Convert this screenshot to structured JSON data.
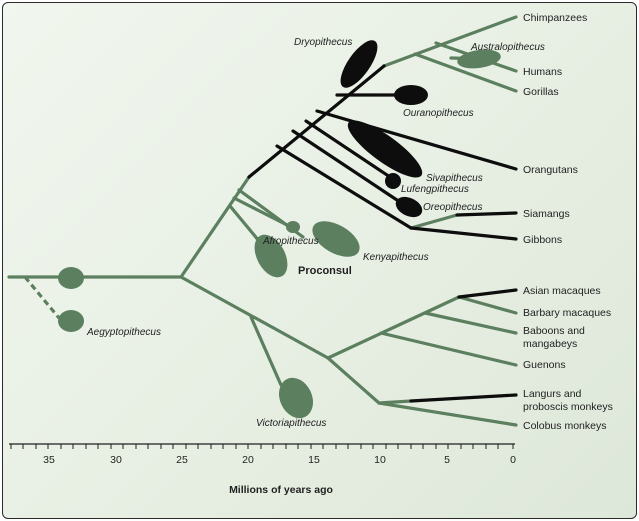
{
  "colors": {
    "lineage": "#5b7f5f",
    "extinct": "#0d0d0d",
    "text": "#1f1f1f"
  },
  "axis": {
    "title": "Millions of years ago",
    "ticks": [
      "35",
      "30",
      "25",
      "20",
      "15",
      "10",
      "5",
      "0"
    ]
  },
  "living": {
    "chimpanzees": "Chimpanzees",
    "humans": "Humans",
    "gorillas": "Gorillas",
    "orangutans": "Orangutans",
    "siamangs": "Siamangs",
    "gibbons": "Gibbons",
    "asian_macaques": "Asian macaques",
    "barbary_macaques": "Barbary macaques",
    "baboons_1": "Baboons and",
    "baboons_2": "mangabeys",
    "guenons": "Guenons",
    "langurs_1": "Langurs and",
    "langurs_2": "proboscis monkeys",
    "colobus": "Colobus monkeys"
  },
  "fossils": {
    "dryopithecus": "Dryopithecus",
    "australopithecus": "Australopithecus",
    "ouranopithecus": "Ouranopithecus",
    "sivapithecus": "Sivapithecus",
    "lufengpithecus": "Lufengpithecus",
    "oreopithecus": "Oreopithecus",
    "afropithecus": "Afropithecus",
    "kenyapithecus": "Kenyapithecus",
    "proconsul": "Proconsul",
    "aegyptopithecus": "Aegyptopithecus",
    "victoriapithecus": "Victoriapithecus"
  }
}
